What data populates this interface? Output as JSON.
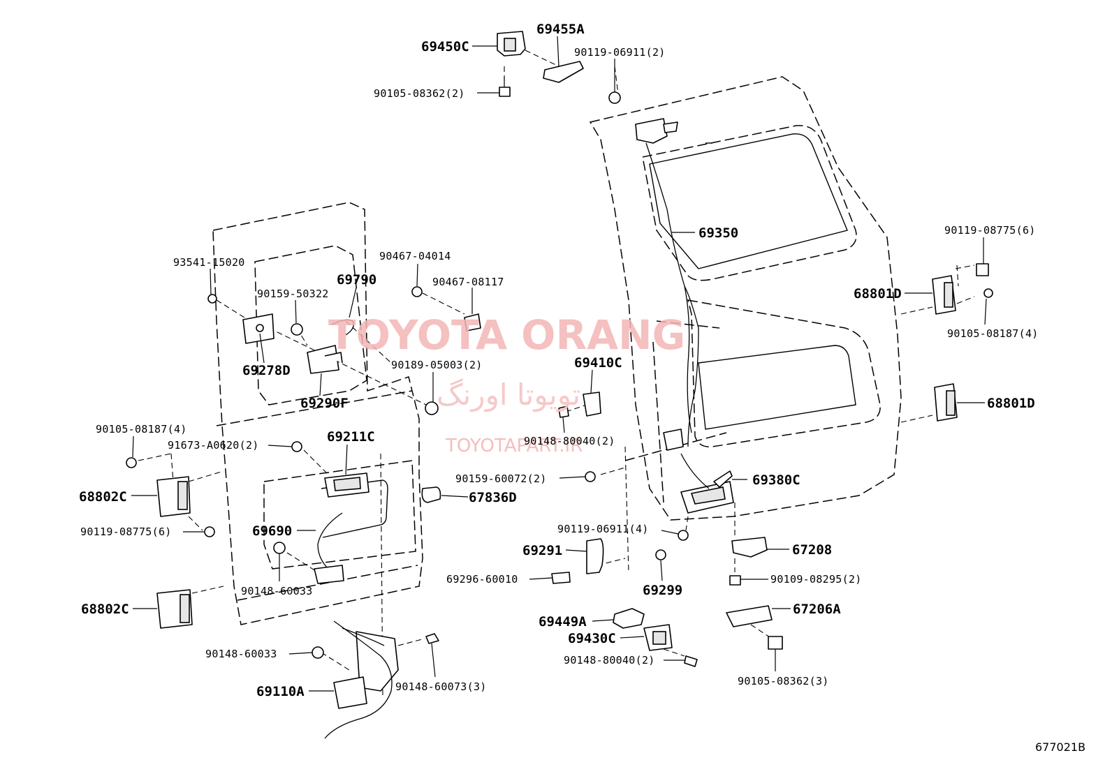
{
  "watermark": {
    "brand": "TOYOTA ORANG",
    "brand_fa": "تویوتا اورنگ",
    "site": "TOYOTAPART.IR"
  },
  "diagram_code": "677021B",
  "labels": {
    "p69450C": "69450C",
    "p69455A": "69455A",
    "p90119_06911_2": "90119-06911(2)",
    "p90105_08362_2": "90105-08362(2)",
    "p69350": "69350",
    "p90119_08775_6r": "90119-08775(6)",
    "p68801D_top": "68801D",
    "p90105_08187_4r": "90105-08187(4)",
    "p68801D_bot": "68801D",
    "p93541_15020": "93541-15020",
    "p90467_04014": "90467-04014",
    "p90159_50322": "90159-50322",
    "p69790": "69790",
    "p90467_08117": "90467-08117",
    "p69278D": "69278D",
    "p69290F": "69290F",
    "p90189_05003_2": "90189-05003(2)",
    "p69410C": "69410C",
    "p90148_80040_2a": "90148-80040(2)",
    "p90105_08187_4l": "90105-08187(4)",
    "p91673_A0620_2": "91673-A0620(2)",
    "p69211C": "69211C",
    "p68802C_top": "68802C",
    "p90159_60072_2": "90159-60072(2)",
    "p67836D": "67836D",
    "p69380C": "69380C",
    "p90119_08775_6l": "90119-08775(6)",
    "p69690": "69690",
    "p90119_06911_4": "90119-06911(4)",
    "p69291": "69291",
    "p67208": "67208",
    "p90109_08295_2": "90109-08295(2)",
    "p69296_60010": "69296-60010",
    "p69299": "69299",
    "p90148_60033a": "90148-60033",
    "p68802C_bot": "68802C",
    "p67206A": "67206A",
    "p69449A": "69449A",
    "p69430C": "69430C",
    "p90148_80040_2b": "90148-80040(2)",
    "p90148_60033b": "90148-60033",
    "p90148_60073_3": "90148-60073(3)",
    "p90105_08362_3": "90105-08362(3)",
    "p69110A": "69110A"
  }
}
